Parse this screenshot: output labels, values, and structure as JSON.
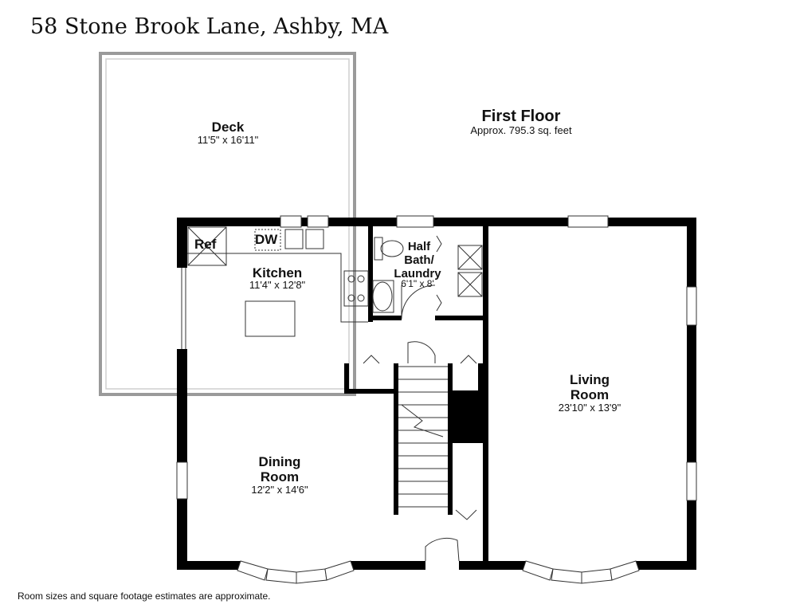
{
  "title": "58 Stone Brook Lane, Ashby, MA",
  "footnote": "Room sizes and square footage estimates are approximate.",
  "floor": {
    "name": "First Floor",
    "area": "Approx. 795.3 sq. feet"
  },
  "rooms": {
    "deck": {
      "name": "Deck",
      "dims": "11'5\" x 16'11\""
    },
    "kitchen": {
      "name": "Kitchen",
      "dims": "11'4\" x 12'8\""
    },
    "half_bath": {
      "name_l1": "Half",
      "name_l2": "Bath/",
      "name_l3": "Laundry",
      "dims": "6'1\" x 8'"
    },
    "living": {
      "name_l1": "Living",
      "name_l2": "Room",
      "dims": "23'10\" x 13'9\""
    },
    "dining": {
      "name_l1": "Dining",
      "name_l2": "Room",
      "dims": "12'2\" x 14'6\""
    }
  },
  "fixtures": {
    "ref": "Ref",
    "dw": "DW"
  },
  "colors": {
    "wall": "#000000",
    "thin_line": "#333333",
    "window_fill": "#ffffff",
    "deck_border": "#9a9a9a"
  }
}
